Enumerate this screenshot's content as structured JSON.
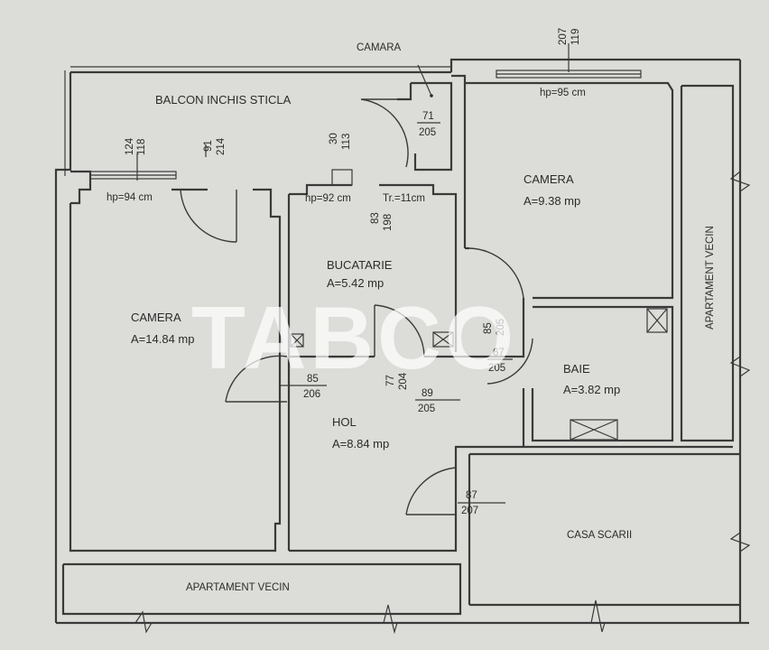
{
  "rooms": {
    "balcon": "BALCON INCHIS STICLA",
    "camara": "CAMARA",
    "camera_small": {
      "name": "CAMERA",
      "area": "A=9.38 mp"
    },
    "camera_big": {
      "name": "CAMERA",
      "area": "A=14.84 mp"
    },
    "bucatarie": {
      "name": "BUCATARIE",
      "area": "A=5.42 mp"
    },
    "hol": {
      "name": "HOL",
      "area": "A=8.84 mp"
    },
    "baie": {
      "name": "BAIE",
      "area": "A=3.82 mp"
    },
    "casa_scarii": "CASA SCARII",
    "apartament_vecin_right": "APARTAMENT VECIN",
    "apartament_vecin_bottom": "APARTAMENT VECIN"
  },
  "annotations": {
    "hp94": "hp=94 cm",
    "hp92": "hp=92 cm",
    "hp95": "hp=95 cm",
    "tr": "Tr.=11cm"
  },
  "openings": [
    {
      "id": "w-left",
      "top": "124",
      "bottom": "118"
    },
    {
      "id": "d-balcon",
      "top": "91",
      "bottom": "214"
    },
    {
      "id": "w-kitchen",
      "top": "30",
      "bottom": "113"
    },
    {
      "id": "d-kitchen",
      "top": "83",
      "bottom": "198"
    },
    {
      "id": "d-camara",
      "top": "71",
      "bottom": "205"
    },
    {
      "id": "w-right",
      "top": "207",
      "bottom": "119"
    },
    {
      "id": "d-camera-big",
      "top": "85",
      "bottom": "206"
    },
    {
      "id": "d-hol-kitchen",
      "top": "77",
      "bottom": "204"
    },
    {
      "id": "d-hol",
      "top": "89",
      "bottom": "205"
    },
    {
      "id": "d-camera-small",
      "top": "85",
      "bottom": "205"
    },
    {
      "id": "d-baie",
      "top": "67",
      "bottom": "205"
    },
    {
      "id": "d-entry",
      "top": "87",
      "bottom": "207"
    }
  ],
  "watermark": "TABCO"
}
